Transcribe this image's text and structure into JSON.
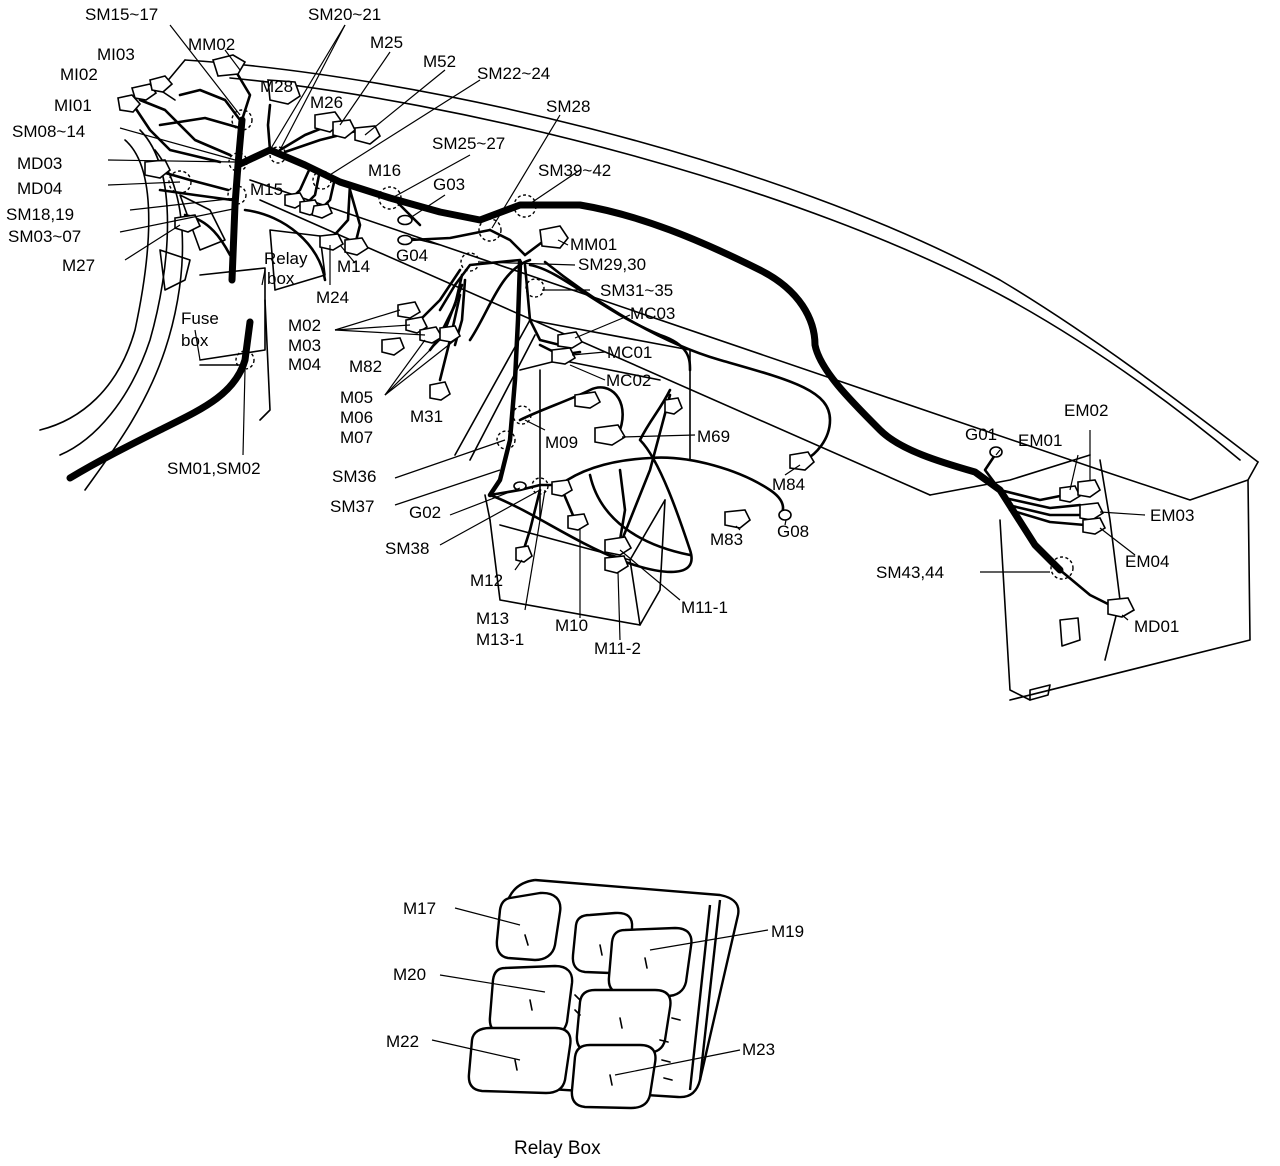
{
  "labels": {
    "sm15_17": "SM15~17",
    "sm20_21": "SM20~21",
    "mm02": "MM02",
    "mi03": "MI03",
    "m25": "M25",
    "mi02": "MI02",
    "m52": "M52",
    "sm22_24": "SM22~24",
    "m28": "M28",
    "mi01": "MI01",
    "m26": "M26",
    "sm28": "SM28",
    "sm08_14": "SM08~14",
    "sm25_27": "SM25~27",
    "md03": "MD03",
    "m16": "M16",
    "sm39_42": "SM39~42",
    "md04": "MD04",
    "m15": "M15",
    "g03": "G03",
    "sm18_19": "SM18,19",
    "sm03_07": "SM03~07",
    "mm01": "MM01",
    "m27": "M27",
    "relay_line1": "Relay",
    "relay_line2": "box",
    "m14": "M14",
    "g04": "G04",
    "sm29_30": "SM29,30",
    "m24": "M24",
    "sm31_35": "SM31~35",
    "fuse_line1": "Fuse",
    "fuse_line2": "box",
    "m02": "M02",
    "mc03": "MC03",
    "m03": "M03",
    "mc01": "MC01",
    "m82": "M82",
    "m04": "M04",
    "mc02": "MC02",
    "m05": "M05",
    "m06": "M06",
    "m31": "M31",
    "m07": "M07",
    "em02": "EM02",
    "g01": "G01",
    "em01": "EM01",
    "m09": "M09",
    "m69": "M69",
    "sm36": "SM36",
    "sm01_sm02": "SM01,SM02",
    "m84": "M84",
    "sm37": "SM37",
    "g02": "G02",
    "em03": "EM03",
    "sm38": "SM38",
    "m83": "M83",
    "g08": "G08",
    "em04": "EM04",
    "sm43_44": "SM43,44",
    "m12": "M12",
    "m11_1": "M11-1",
    "md01": "MD01",
    "m13": "M13",
    "m10": "M10",
    "m13_1": "M13-1",
    "m11_2": "M11-2",
    "m17": "M17",
    "m19": "M19",
    "m20": "M20",
    "m22": "M22",
    "m23": "M23"
  },
  "caption": "Relay Box"
}
